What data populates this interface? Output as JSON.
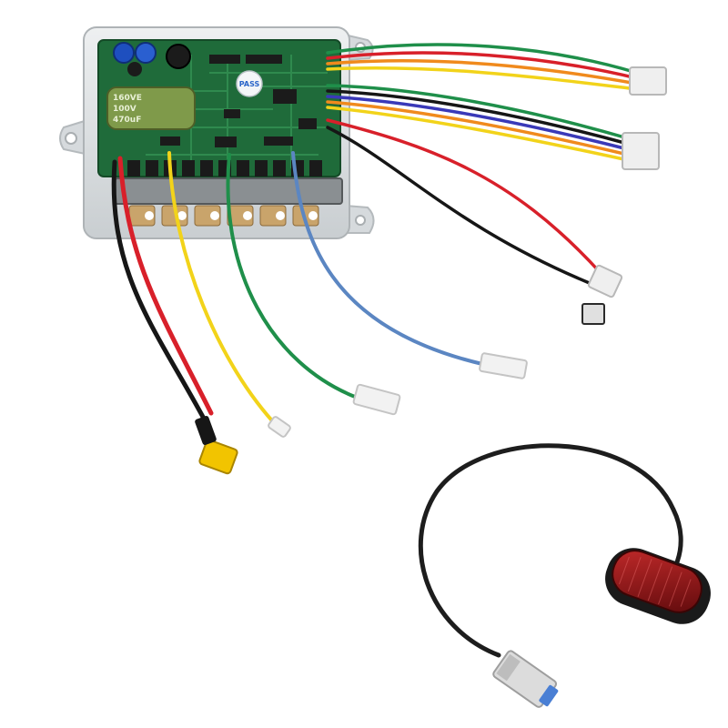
{
  "image": {
    "subject": "scooter-controller-board-with-brake-light",
    "background_color": "#ffffff"
  },
  "controller": {
    "case_color": "#d9dde0",
    "pcb_color": "#1f6b3a",
    "capacitor_text": {
      "line1": "160VE",
      "line2": "100V",
      "line3": "470uF"
    },
    "pass_sticker": "PASS"
  },
  "wires": {
    "colors": {
      "red": "#d8202a",
      "black": "#161616",
      "yellow": "#f2d31a",
      "green": "#1f8f4a",
      "blue": "#5b86c2",
      "orange": "#f08a1d",
      "purple": "#3a39b8"
    },
    "connector_color": "#efefef",
    "xt_connector_color": "#f2c400"
  },
  "tail_light": {
    "lens_color": "#8c0f12",
    "housing_color": "#1a1a1a",
    "cable_color": "#1d1d1d",
    "plug_color": "#dcdcdc"
  }
}
